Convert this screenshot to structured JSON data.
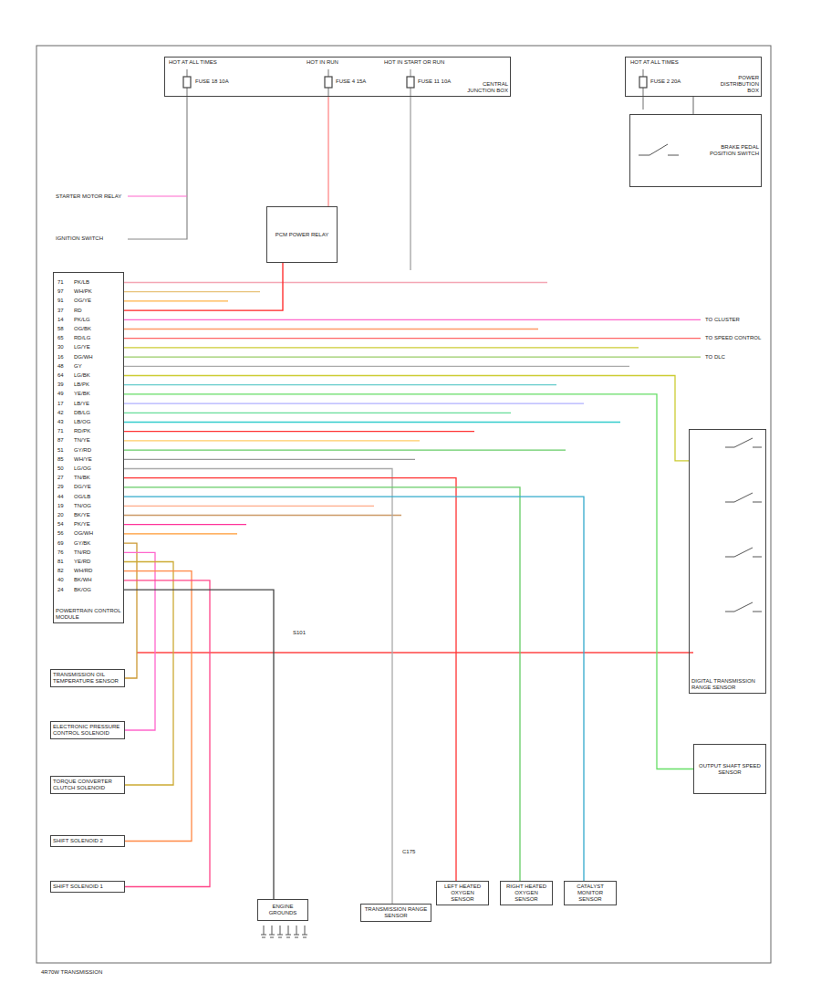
{
  "diagram": {
    "caption": "4R70W TRANSMISSION",
    "nodes": [
      {
        "text": [
          "CENTRAL JUNCTION BOX"
        ]
      },
      {
        "text": [
          "POWER DISTRIBUTION BOX"
        ]
      },
      {
        "text": [
          "PCM POWER RELAY"
        ]
      },
      {
        "text": [
          "POWERTRAIN CONTROL MODULE"
        ]
      },
      {
        "text": [
          "TRANSMISSION OIL TEMPERATURE SENSOR"
        ]
      },
      {
        "text": [
          "ELECTRONIC PRESSURE CONTROL SOLENOID"
        ]
      },
      {
        "text": [
          "TORQUE CONVERTER CLUTCH SOLENOID"
        ]
      },
      {
        "text": [
          "SHIFT SOLENOID 2"
        ]
      },
      {
        "text": [
          "SHIFT SOLENOID 1"
        ]
      },
      {
        "text": [
          "ENGINE GROUNDS"
        ]
      },
      {
        "text": [
          "TRANSMISSION RANGE SENSOR"
        ]
      },
      {
        "text": [
          "LEFT HEATED OXYGEN SENSOR"
        ]
      },
      {
        "text": [
          "RIGHT HEATED OXYGEN SENSOR"
        ]
      },
      {
        "text": [
          "CATALYST MONITOR SENSOR"
        ]
      },
      {
        "text": [
          "DIGITAL TRANSMISSION RANGE SENSOR"
        ]
      },
      {
        "text": [
          "OUTPUT SHAFT SPEED SENSOR"
        ]
      },
      {
        "text": [
          "BRAKE PEDAL POSITION SWITCH"
        ]
      }
    ],
    "edges": [
      {
        "from": 0,
        "to": 2,
        "arrow": "none"
      },
      {
        "from": 1,
        "to": 16,
        "arrow": "none"
      },
      {
        "from": 2,
        "to": 3,
        "arrow": "none"
      },
      {
        "from": 3,
        "to": 4,
        "arrow": "none"
      },
      {
        "from": 3,
        "to": 5,
        "arrow": "none"
      },
      {
        "from": 3,
        "to": 6,
        "arrow": "none"
      },
      {
        "from": 3,
        "to": 7,
        "arrow": "none"
      },
      {
        "from": 3,
        "to": 8,
        "arrow": "none"
      },
      {
        "from": 3,
        "to": 9,
        "arrow": "none"
      },
      {
        "from": 3,
        "to": 10,
        "arrow": "none"
      },
      {
        "from": 3,
        "to": 11,
        "arrow": "none"
      },
      {
        "from": 3,
        "to": 12,
        "arrow": "none"
      },
      {
        "from": 3,
        "to": 13,
        "arrow": "none"
      },
      {
        "from": 3,
        "to": 14,
        "arrow": "none"
      },
      {
        "from": 3,
        "to": 15,
        "arrow": "none"
      }
    ],
    "labels": [
      "71",
      "PK/LB",
      "97",
      "WH/PK",
      "91",
      "OG/YE",
      "37",
      "RD",
      "14",
      "PK/LG",
      "58",
      "OG/BK",
      "65",
      "RD/LG",
      "30",
      "LG/YE",
      "16",
      "DG/WH",
      "48",
      "GY",
      "64",
      "LG/BK",
      "39",
      "LB/PK",
      "49",
      "YE/BK",
      "17",
      "LB/YE",
      "42",
      "DB/LG",
      "43",
      "LB/OG",
      "71",
      "RD/PK",
      "87",
      "TN/YE",
      "51",
      "GY/RD",
      "85",
      "WH/YE",
      "50",
      "LG/OG",
      "27",
      "TN/BK",
      "29",
      "DG/YE",
      "44",
      "OG/LB",
      "19",
      "TN/OG",
      "20",
      "BK/YE",
      "54",
      "PK/YE",
      "56",
      "OG/WH",
      "69",
      "GY/BK",
      "76",
      "TN/RD",
      "81",
      "YE/RD",
      "82",
      "WH/RD",
      "40",
      "BK/WH",
      "24",
      "BK/OG",
      "HOT AT ALL TIMES",
      "HOT IN RUN",
      "HOT IN START OR RUN",
      "FUSE 18 10A",
      "FUSE 4 15A",
      "FUSE 11 10A",
      "HOT AT ALL TIMES",
      "FUSE 2 20A",
      "TO CLUSTER",
      "TO SPEED CONTROL",
      "TO DLC",
      "S101",
      "C175",
      "STARTER MOTOR RELAY",
      "IGNITION SWITCH"
    ]
  }
}
